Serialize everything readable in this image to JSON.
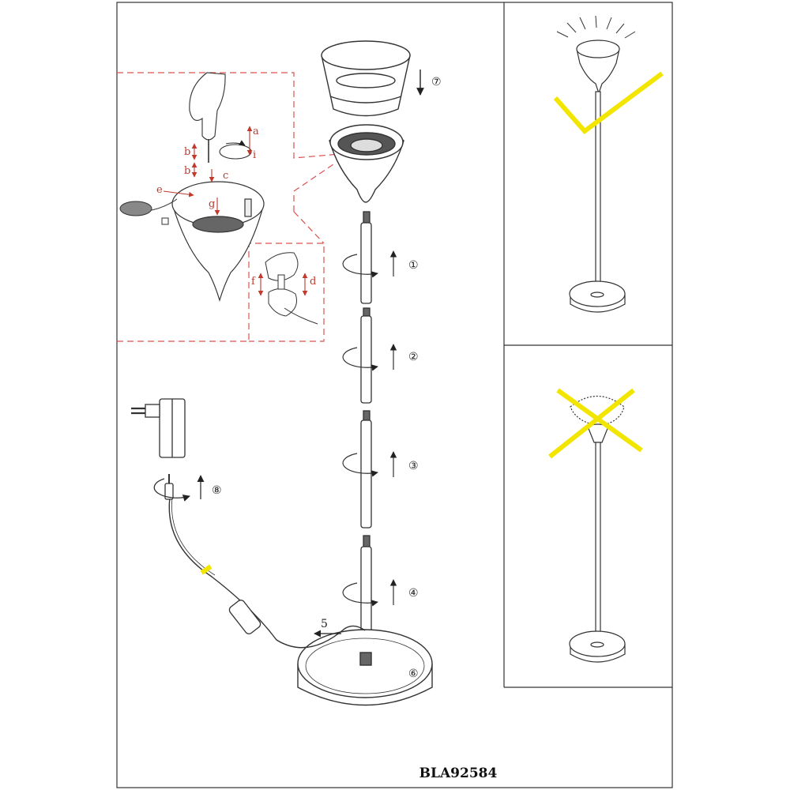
{
  "model_code": "BLA92584",
  "step_labels": [
    "①",
    "②",
    "③",
    "④",
    "5",
    "⑥",
    "⑦",
    "⑧"
  ],
  "detail_labels": [
    "a",
    "b",
    "i",
    "b",
    "c",
    "e",
    "g",
    "f",
    "d"
  ],
  "colors": {
    "line": "#333333",
    "detail_frame": "#d9534f",
    "detail_text": "#c0392b",
    "mark": "#f2e600"
  },
  "icons": [
    "check-mark-icon",
    "cross-mark-icon"
  ]
}
